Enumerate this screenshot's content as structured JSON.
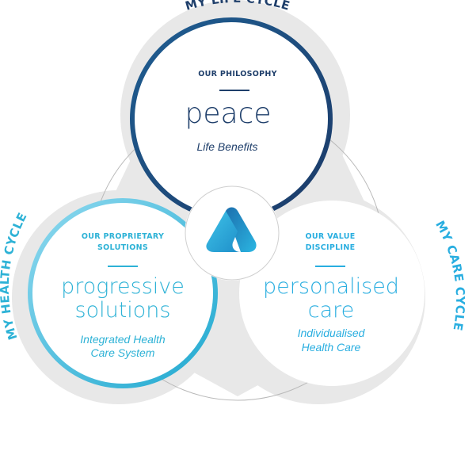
{
  "colors": {
    "navy": "#1f3f6b",
    "teal": "#2db2d6",
    "cyan": "#29aee0",
    "grey_bg": "#e8e8e8",
    "outline": "#b9b9b9"
  },
  "cycles": {
    "life": "MY LIFE CYCLE",
    "health": "MY HEALTH CYCLE",
    "care": "MY CARE CYCLE"
  },
  "top_circle": {
    "heading": "OUR PHILOSOPHY",
    "title": "peace",
    "subtitle": "Life Benefits"
  },
  "left_circle": {
    "heading_line1": "OUR PROPRIETARY",
    "heading_line2": "SOLUTIONS",
    "title_line1": "progressive",
    "title_line2": "solutions",
    "subtitle_line1": "Integrated Health",
    "subtitle_line2": "Care System"
  },
  "right_circle": {
    "heading_line1": "OUR VALUE",
    "heading_line2": "DISCIPLINE",
    "title_line1": "personalised",
    "title_line2": "care",
    "subtitle_line1": "Individualised",
    "subtitle_line2": "Health Care"
  },
  "center_logo": {
    "icon": "triangle-logo-icon"
  }
}
